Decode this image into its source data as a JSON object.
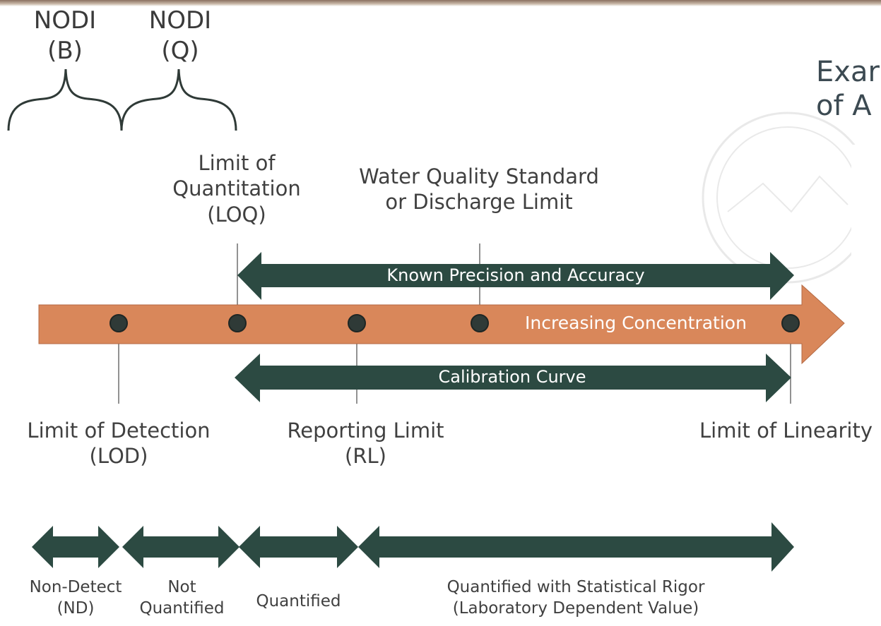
{
  "header": {
    "nodi_b_line1": "NODI",
    "nodi_b_line2": "(B)",
    "nodi_q_line1": "NODI",
    "nodi_q_line2": "(Q)",
    "title_line1": "Exar",
    "title_line2": "of A"
  },
  "colors": {
    "arrow_orange": "#d9875a",
    "arrow_dark_green": "#2c4a42",
    "point_dark": "#2f3a37",
    "text_gray": "#404040"
  },
  "diagram": {
    "points": [
      {
        "name": "lod-point"
      },
      {
        "name": "loq-point"
      },
      {
        "name": "rl-point"
      },
      {
        "name": "wqs-point"
      },
      {
        "name": "lol-point"
      }
    ],
    "labels": {
      "loq_line1": "Limit of",
      "loq_line2": "Quantitation",
      "loq_line3": "(LOQ)",
      "wqs_line1": "Water Quality Standard",
      "wqs_line2": "or Discharge Limit",
      "known_precision": "Known Precision and Accuracy",
      "increasing_concentration": "Increasing Concentration",
      "calibration_curve": "Calibration Curve",
      "lod_line1": "Limit of Detection",
      "lod_line2": "(LOD)",
      "rl_line1": "Reporting Limit",
      "rl_line2": "(RL)",
      "lol_line1": "Limit of Linearity"
    },
    "ranges": {
      "nd_line1": "Non-Detect",
      "nd_line2": "(ND)",
      "nq_line1": "Not",
      "nq_line2": "Quantified",
      "q_line1": "Quantified",
      "qsr_line1": "Quantified with Statistical Rigor",
      "qsr_line2": "(Laboratory Dependent Value)"
    }
  }
}
